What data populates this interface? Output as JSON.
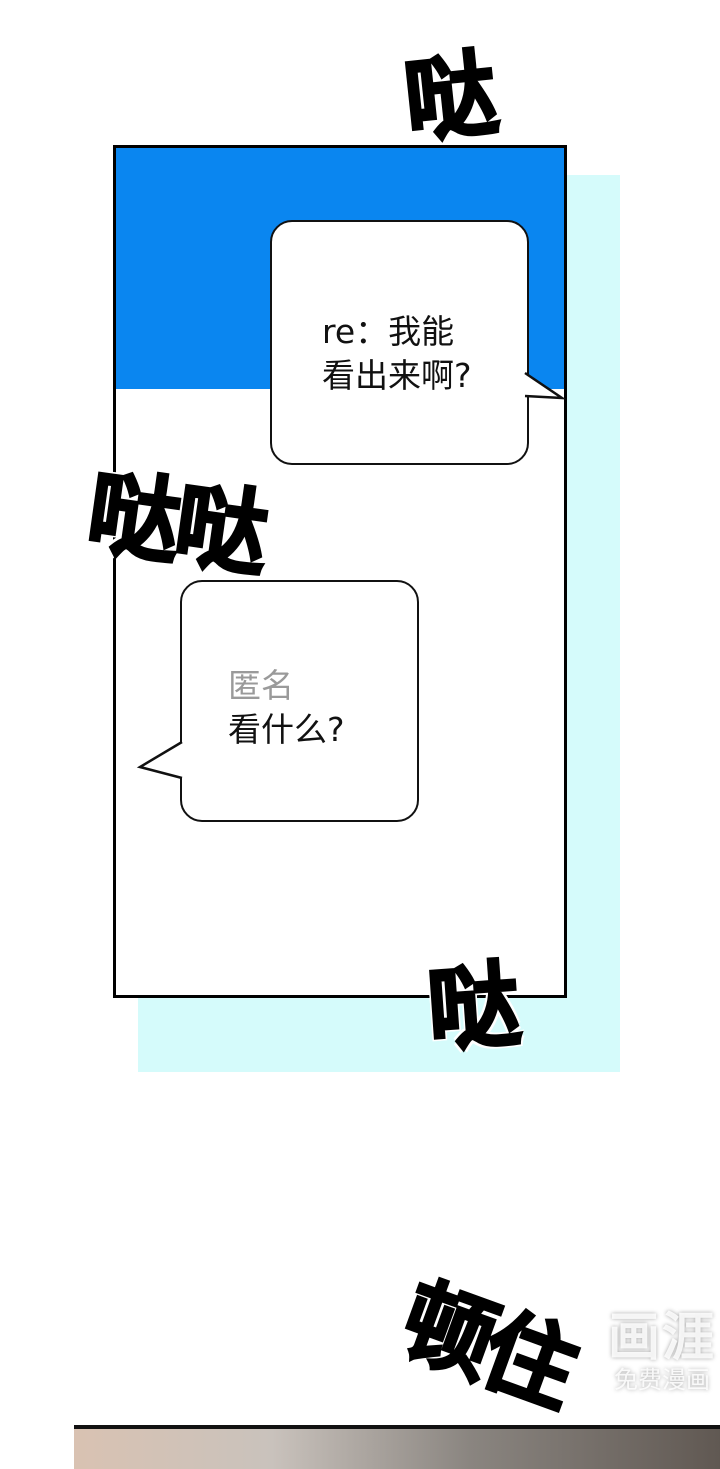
{
  "sfx": {
    "top": "哒",
    "middle": "哒哒",
    "lower": "哒",
    "bottom": "顿住"
  },
  "bubbles": [
    {
      "lines": [
        "re：我能",
        "看出来啊?"
      ]
    },
    {
      "name": "匿名",
      "lines": [
        "看什么?"
      ]
    }
  ],
  "watermark": {
    "logo": "画涯",
    "tagline": "免费漫画"
  },
  "colors": {
    "blue": "#0a86f0",
    "cyan": "#d5fbfb",
    "name_gray": "#9a9a9a"
  }
}
